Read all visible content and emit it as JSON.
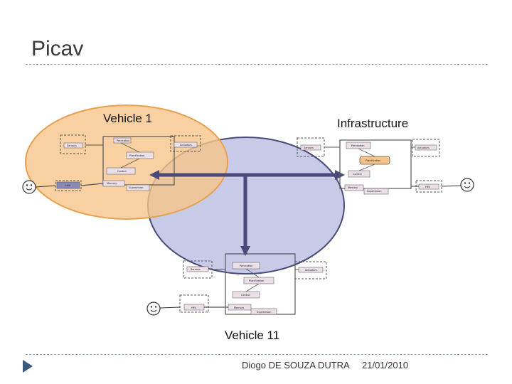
{
  "slide": {
    "title": "Picav",
    "footer_author": "Diogo DE SOUZA DUTRA",
    "footer_date": "21/01/2010"
  },
  "diagram": {
    "vehicle1": {
      "title": "Vehicle 1",
      "sensors": "Sensors",
      "perception": "Perception",
      "actuators": "Actuators",
      "planification": "Planification",
      "control": "Control",
      "hmi": "HMI",
      "memory": "Memory",
      "supervision": "Supervision"
    },
    "infrastructure": {
      "title": "Infrastructure",
      "sensors": "Sensors",
      "perception": "Perception",
      "actuators": "Actuators",
      "planification": "Planification",
      "control": "Control",
      "hmi": "HMI",
      "memory": "Memory",
      "supervision": "Supervision"
    },
    "vehicle11": {
      "title": "Vehicle 11",
      "sensors": "Sensors",
      "perception": "Perception",
      "actuators": "Actuators",
      "planification": "Planification",
      "control": "Control",
      "hmi": "HMI",
      "memory": "Memory",
      "supervision": "Supervision"
    },
    "colors": {
      "vehicle1_region": "#f6c48a",
      "vehicle1_border": "#e8a050",
      "network_region": "#c8cbe8",
      "network_border": "#4a4a7a",
      "connector": "#4a4a7a",
      "module_fill": "#ece0e8",
      "dashed_border": "#555555"
    }
  }
}
